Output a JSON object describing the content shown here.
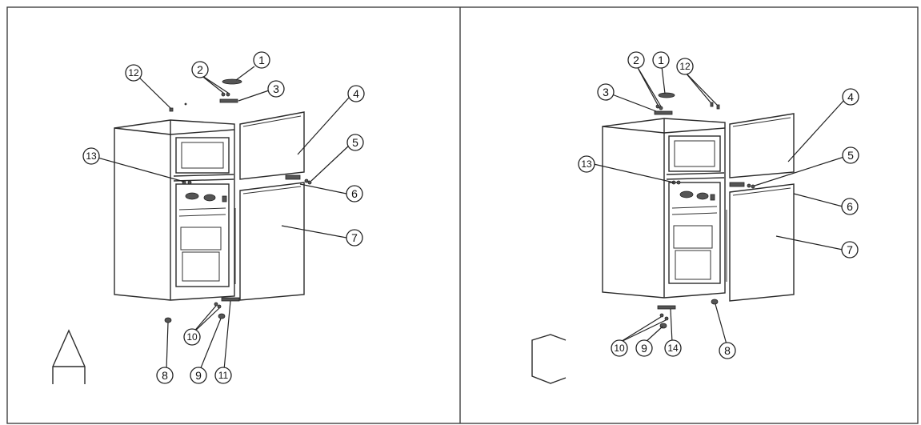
{
  "panels": [
    {
      "id": "A",
      "callouts": [
        "1",
        "2",
        "3",
        "4",
        "5",
        "6",
        "7",
        "8",
        "9",
        "10",
        "11",
        "12",
        "13"
      ]
    },
    {
      "id": "C",
      "callouts": [
        "1",
        "2",
        "3",
        "4",
        "5",
        "6",
        "7",
        "8",
        "9",
        "10",
        "12",
        "13",
        "14"
      ]
    }
  ]
}
